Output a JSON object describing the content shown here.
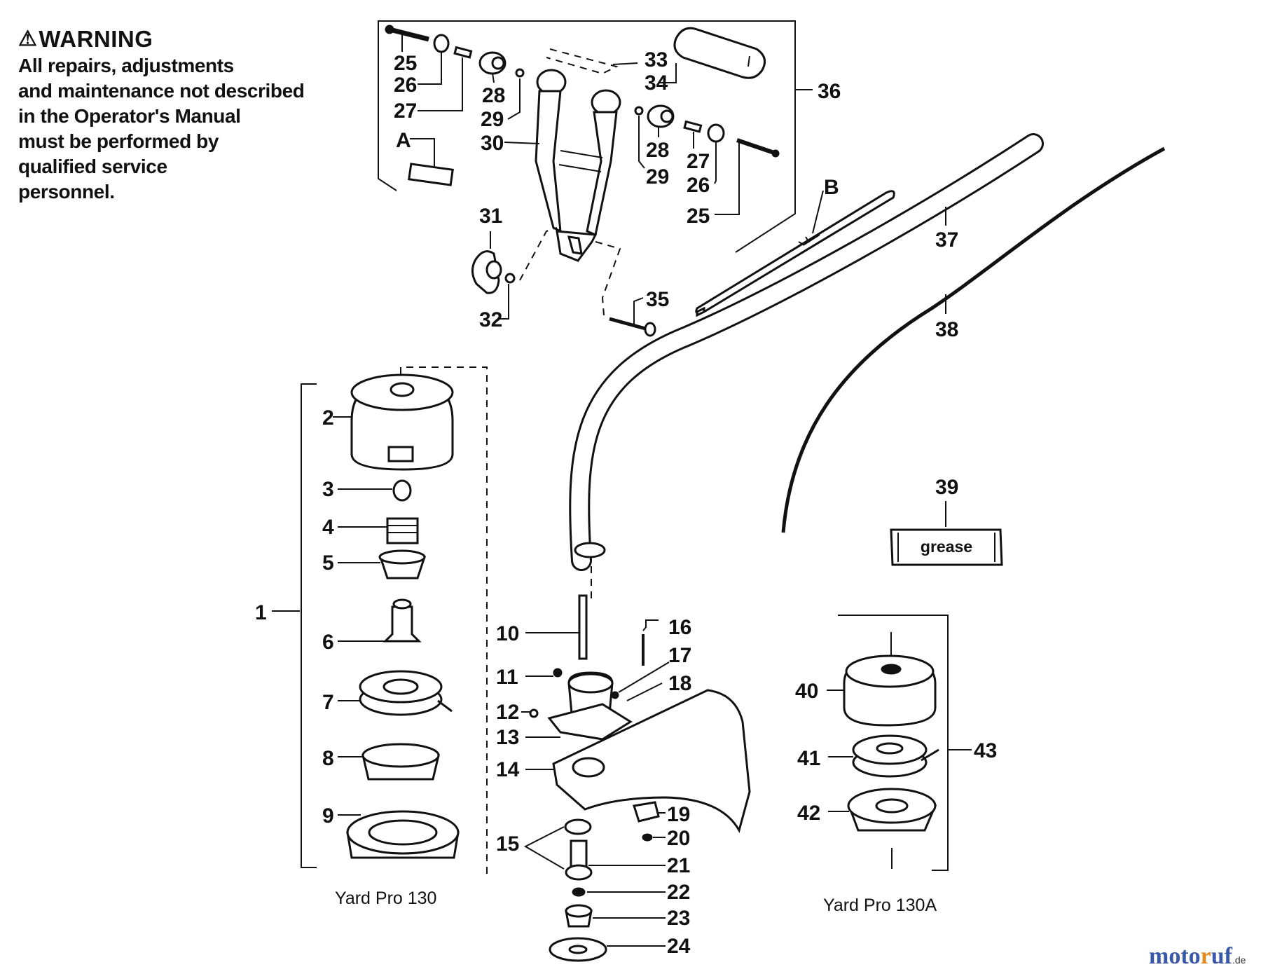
{
  "warning": {
    "symbol": "⚠",
    "title": "WARNING",
    "lines": [
      "All repairs, adjustments",
      "and maintenance not described",
      "in the Operator's Manual",
      "must be performed by",
      "qualified service",
      "personnel."
    ]
  },
  "letters": {
    "a": "A",
    "b": "B"
  },
  "callouts": {
    "n1": "1",
    "n2": "2",
    "n3": "3",
    "n4": "4",
    "n5": "5",
    "n6": "6",
    "n7": "7",
    "n8": "8",
    "n9": "9",
    "n10": "10",
    "n11": "11",
    "n12": "12",
    "n13": "13",
    "n14": "14",
    "n15": "15",
    "n16": "16",
    "n17": "17",
    "n18": "18",
    "n19": "19",
    "n20": "20",
    "n21": "21",
    "n22": "22",
    "n23": "23",
    "n24": "24",
    "n25": "25",
    "n26": "26",
    "n27": "27",
    "n28": "28",
    "n29": "29",
    "n30": "30",
    "n31": "31",
    "n32": "32",
    "n33": "33",
    "n34": "34",
    "n35": "35",
    "n36": "36",
    "n37": "37",
    "n38": "38",
    "n39": "39",
    "n40": "40",
    "n41": "41",
    "n42": "42",
    "n43": "43"
  },
  "grease_label": "grease",
  "captions": {
    "left": "Yard Pro 130",
    "right": "Yard Pro 130A"
  },
  "brand": {
    "part1": "moto",
    "part2": "r",
    "part3": "uf",
    "part4": ".de"
  }
}
